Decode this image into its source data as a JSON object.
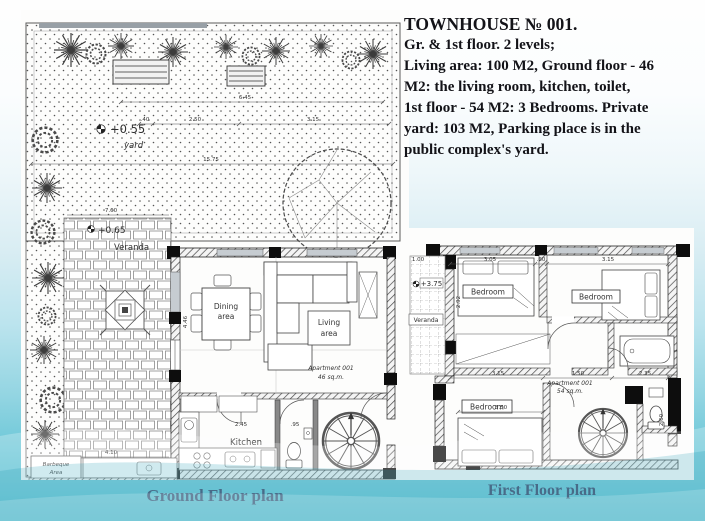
{
  "colors": {
    "caption": "#1d2c55",
    "title_text": "#131318",
    "plan_line": "#3a3a3a",
    "background_teal": "#3fb5ca"
  },
  "title_block": {
    "heading": "TOWNHOUSE № 001.",
    "body": "Gr. & 1st floor. 2 levels;\nLiving area: 100 M2, Ground floor - 46\nM2: the living room, kitchen, toilet,\n1st floor - 54 M2: 3 Bedrooms. Private\nyard: 103 M2, Parking place is in the\npublic complex's yard."
  },
  "ground_floor": {
    "caption": "Ground Floor plan",
    "labels": {
      "yard_level": "+0.55",
      "yard": "yard",
      "veranda_level": "+0.65",
      "veranda": "Veranda",
      "dining_line1": "Dining",
      "dining_line2": "area",
      "living_line1": "Living",
      "living_line2": "area",
      "apartment": "Apartment 001",
      "apartment_area": "46 sq.m.",
      "kitchen": "Kitchen",
      "barbeque_line1": "Barbeque",
      "barbeque_line2": "Area"
    },
    "dims": {
      "yard_width": "6.45",
      "yard_seg1": ".40",
      "yard_seg2": "2.50",
      "yard_seg3": "3.15",
      "yard_total": "15.75",
      "veranda_width": "7.60",
      "veranda_bottom": "4.10",
      "dining_height": "4.46",
      "kitchen_width": "2.45",
      "wc_width": ".95"
    }
  },
  "first_floor": {
    "caption": "First Floor plan",
    "labels": {
      "level": "+3.75",
      "veranda": "Veranda",
      "bedroom": "Bedroom",
      "apartment": "Apartment 001",
      "apartment_area": "54 sq.m."
    },
    "dims": {
      "top_left": "1.00",
      "bed1_width": "3.05",
      "gap": ".60",
      "bed2_width": "3.15",
      "bed1_height": "2.92",
      "bed3_width": "3.15",
      "hall_width": "1.50",
      "bath_width": "2.35",
      "bed3_bottom": "3.50",
      "right_height": "2.60"
    }
  }
}
